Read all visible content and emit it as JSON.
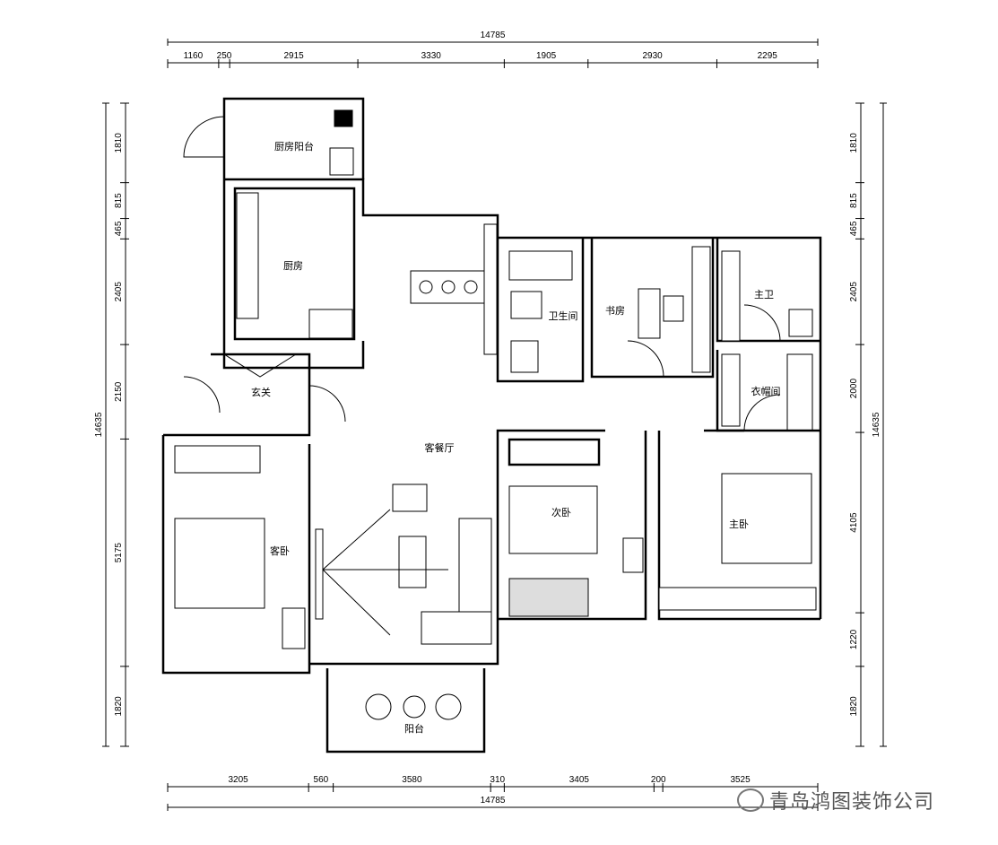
{
  "rooms": {
    "kitchen_balcony": "厨房阳台",
    "kitchen": "厨房",
    "bathroom": "卫生间",
    "study": "书房",
    "master_bath": "主卫",
    "closet": "衣帽间",
    "foyer": "玄关",
    "living_dining": "客餐厅",
    "guest_bedroom": "客卧",
    "second_bedroom": "次卧",
    "master_bedroom": "主卧",
    "balcony": "阳台"
  },
  "dimensions": {
    "top_total": "14785",
    "top_segments": [
      1160,
      250,
      2915,
      3330,
      1905,
      2930,
      2295
    ],
    "bottom_total": "14785",
    "bottom_segments": [
      3205,
      560,
      3580,
      310,
      3405,
      200,
      3525
    ],
    "left_total": "14635",
    "left_segments": [
      1810,
      815,
      465,
      2405,
      2150,
      5175,
      1820
    ],
    "right_total": "14635",
    "right_segments": [
      1810,
      815,
      465,
      2405,
      2000,
      4105,
      1220,
      1820
    ]
  },
  "watermark": "青岛鸿图装饰公司"
}
